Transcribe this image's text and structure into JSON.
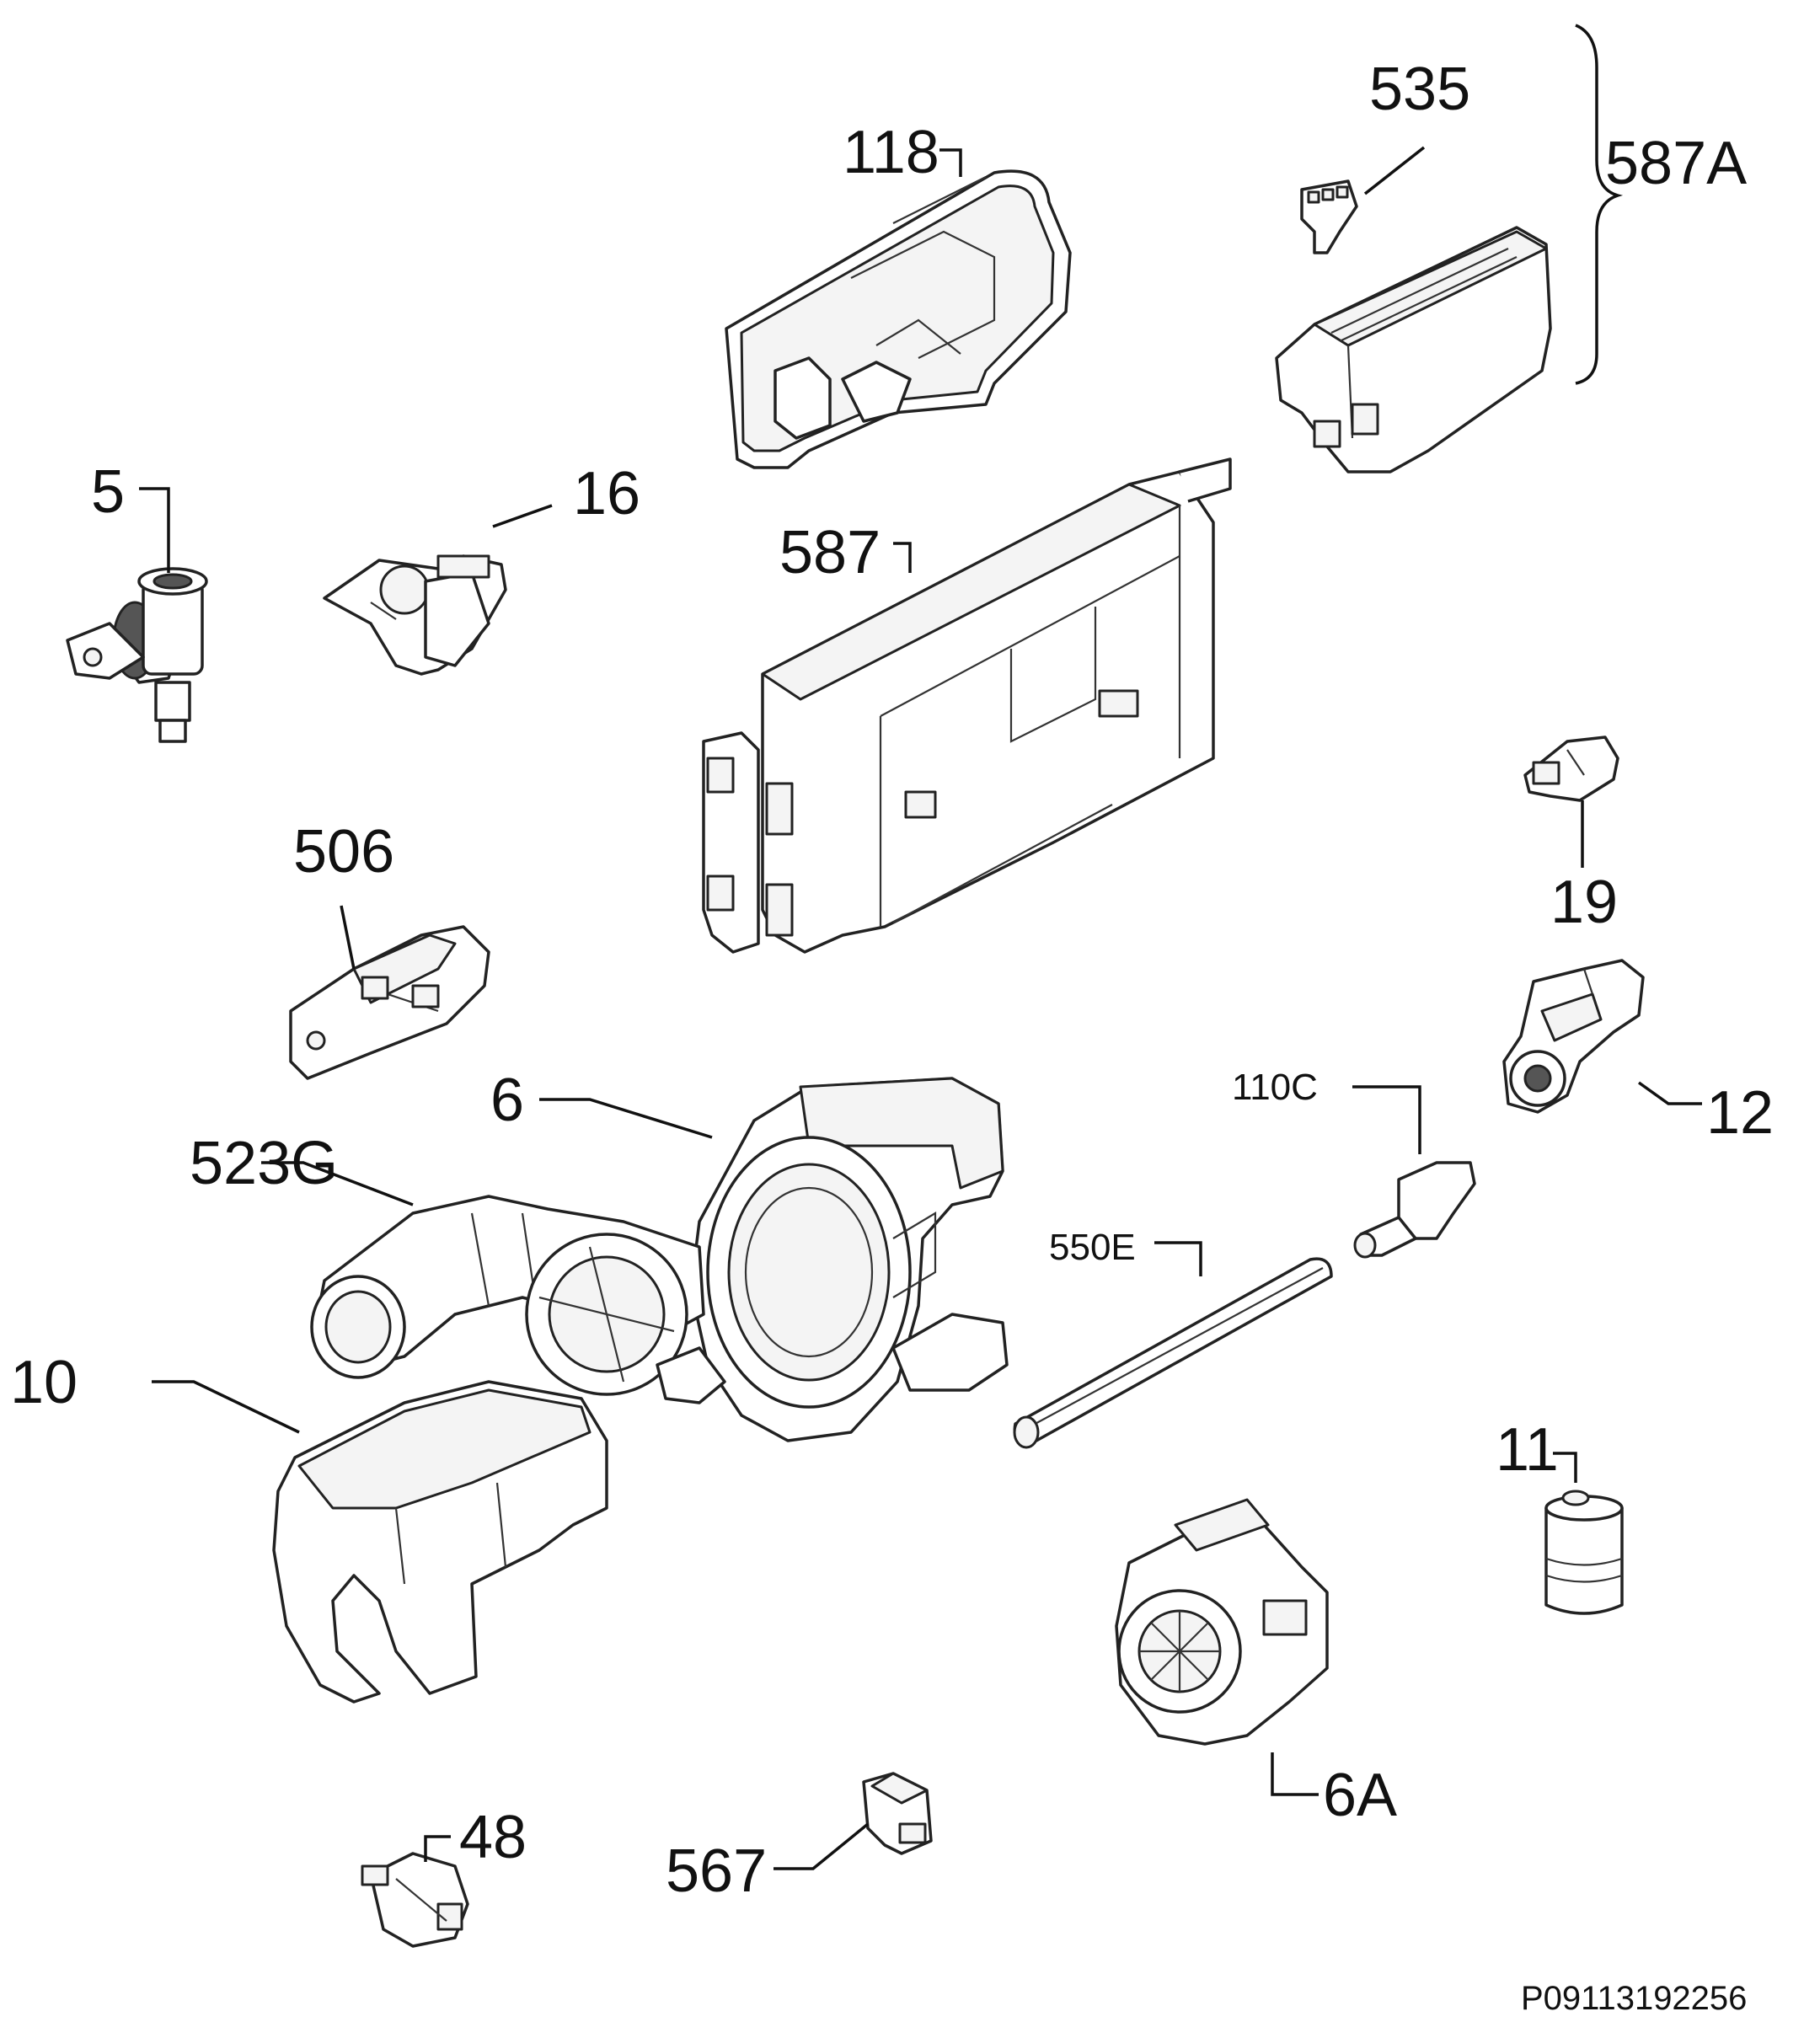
{
  "diagram": {
    "labels": [
      {
        "id": "118",
        "text": "118"
      },
      {
        "id": "535",
        "text": "535"
      },
      {
        "id": "587A",
        "text": "587A"
      },
      {
        "id": "5",
        "text": "5"
      },
      {
        "id": "16",
        "text": "16"
      },
      {
        "id": "587",
        "text": "587"
      },
      {
        "id": "506",
        "text": "506"
      },
      {
        "id": "19",
        "text": "19"
      },
      {
        "id": "12",
        "text": "12"
      },
      {
        "id": "6",
        "text": "6"
      },
      {
        "id": "523G",
        "text": "523G"
      },
      {
        "id": "10",
        "text": "10"
      },
      {
        "id": "110C",
        "text": "110C"
      },
      {
        "id": "550E",
        "text": "550E"
      },
      {
        "id": "11",
        "text": "11"
      },
      {
        "id": "6A",
        "text": "6A"
      },
      {
        "id": "48",
        "text": "48"
      },
      {
        "id": "567",
        "text": "567"
      }
    ],
    "reference_code": "P09113192256"
  }
}
